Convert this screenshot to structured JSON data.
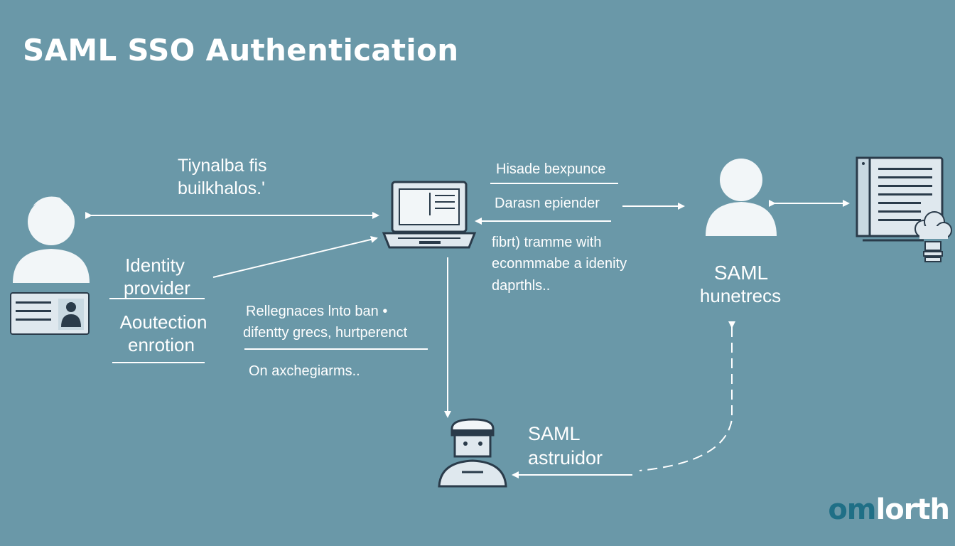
{
  "title": "SAML SSO Authentication",
  "labels": {
    "top_note_line1": "Tiynalba fis",
    "top_note_line2": "builkhalos.'",
    "identity_provider_line1": "Identity",
    "identity_provider_line2": "provider",
    "auth_line1": "Aoutection",
    "auth_line2": "enrotion",
    "middle_note_line1": "Rellegnaces lnto ban •",
    "middle_note_line2": "difentty grecs, hurtperenct",
    "middle_note_line3": "On axchegiarms..",
    "right_h1": "Hisade bexpunce",
    "right_h2": "Darasn epiender",
    "right_p1": "fibrt) tramme with",
    "right_p2": "econmmabe a idenity",
    "right_p3": "daprthls..",
    "saml_sp_line1": "SAML",
    "saml_sp_line2": "hunetrecs",
    "saml_bottom_line1": "SAML",
    "saml_bottom_line2": "astruidor"
  },
  "logo": {
    "part1": "o",
    "part2": "m",
    "part3": "lorth",
    "accent": "#1f6f86"
  },
  "icons": {
    "user_left": "user-icon",
    "id_card": "id-card-icon",
    "laptop": "laptop-icon",
    "user_right": "user-icon",
    "document_window": "document-window-icon",
    "cloud_bulb": "cloud-lightbulb-icon",
    "engineer": "engineer-icon"
  },
  "colors": {
    "background": "#6a98a8",
    "icon_fill": "#f2f6f8",
    "icon_stroke": "#2a3b4a"
  }
}
